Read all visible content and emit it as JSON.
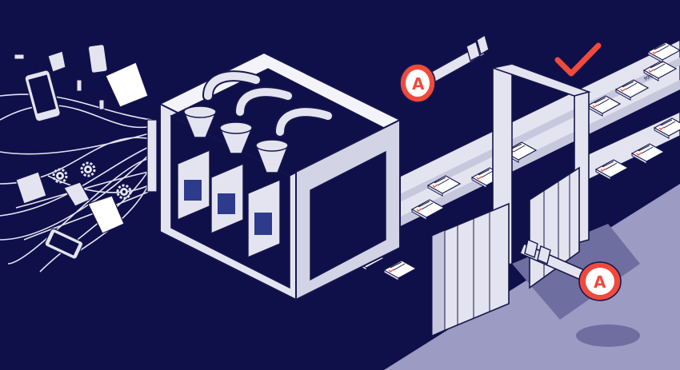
{
  "colors": {
    "background": "#0f0f4a",
    "floor": "#9b9bc3",
    "shadow": "#6e6ea0",
    "line": "#16164d",
    "paper": "#ffffff",
    "paper_shade": "#d9d9ec",
    "metal": "#e4e4f0",
    "accent": "#ef4a3c",
    "panel_blue": "#2e3a8c"
  },
  "scene": {
    "left_key_letter": "A",
    "right_key_letter": "A",
    "document_tag": "99%",
    "approval_mark": "checkmark"
  },
  "icons": [
    "gear-icon",
    "smartphone-icon",
    "usb-cable-icon",
    "paper-scrap-icon",
    "key-icon",
    "checkmark-icon",
    "document-icon",
    "funnel-icon",
    "pipe-icon"
  ]
}
